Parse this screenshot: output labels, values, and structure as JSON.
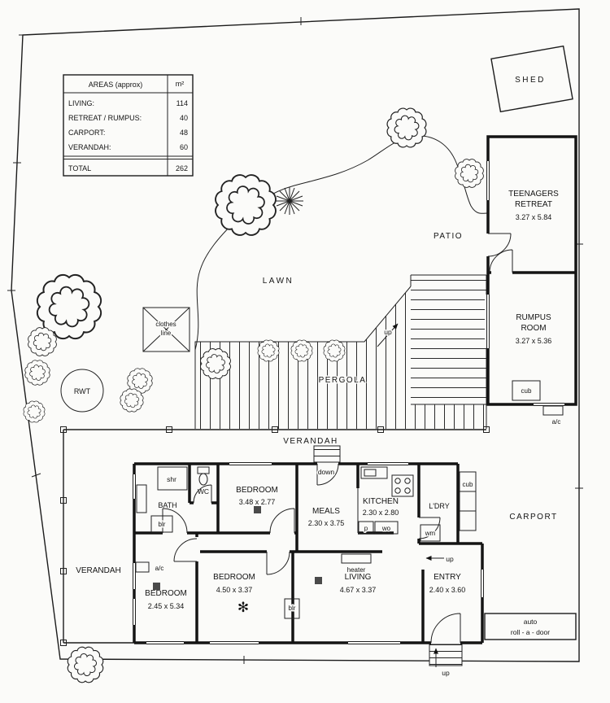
{
  "areas_table": {
    "title": "AREAS (approx)",
    "unit": "m²",
    "rows": [
      {
        "label": "LIVING:",
        "value": "114"
      },
      {
        "label": "RETREAT / RUMPUS:",
        "value": "40"
      },
      {
        "label": "CARPORT:",
        "value": "48"
      },
      {
        "label": "VERANDAH:",
        "value": "60"
      }
    ],
    "total": {
      "label": "TOTAL",
      "value": "262"
    }
  },
  "outbuildings": {
    "shed": "SHED",
    "teen_retreat": {
      "line1": "TEENAGERS",
      "line2": "RETREAT",
      "dims": "3.27 x 5.84"
    },
    "rumpus": {
      "line1": "RUMPUS",
      "line2": "ROOM",
      "dims": "3.27 x 5.36"
    }
  },
  "site_labels": {
    "patio": "PATIO",
    "lawn": "LAWN",
    "pergola": "PERGOLA",
    "clothes_line": {
      "line1": "clothes",
      "line2": "line"
    },
    "rwt": "RWT",
    "verandah_top": "VERANDAH",
    "verandah_left": "VERANDAH",
    "carport": "CARPORT",
    "auto_door": {
      "line1": "auto",
      "line2": "roll - a - door"
    }
  },
  "rooms": {
    "bath": "BATH",
    "bedroom1": {
      "name": "BEDROOM",
      "dims": "3.48 x 2.77"
    },
    "meals": {
      "name": "MEALS",
      "dims": "2.30 x 3.75"
    },
    "kitchen": {
      "name": "KITCHEN",
      "dims": "2.30 x 2.80"
    },
    "laundry": "L'DRY",
    "bedroom2": {
      "name": "BEDROOM",
      "dims": "2.45 x 5.34"
    },
    "bedroom3": {
      "name": "BEDROOM",
      "dims": "4.50 x 3.37"
    },
    "living": {
      "name": "LIVING",
      "dims": "4.67 x 3.37"
    },
    "entry": {
      "name": "ENTRY",
      "dims": "2.40 x 3.60"
    }
  },
  "fixtures": {
    "shr": "shr",
    "wc": "WC",
    "blr_bath": "blr",
    "blr_living": "blr",
    "pantry": "p",
    "wall_oven": "wo",
    "washing_machine": "wm",
    "heater": "heater",
    "cub_rumpus": "cub",
    "cub_carport": "cub",
    "ac_rumpus": "a/c",
    "ac_bedroom": "a/c",
    "fan_icon": "✻"
  },
  "directions": {
    "up_deck": "up",
    "up_entry": "up",
    "up_front": "up",
    "down_back": "down"
  }
}
